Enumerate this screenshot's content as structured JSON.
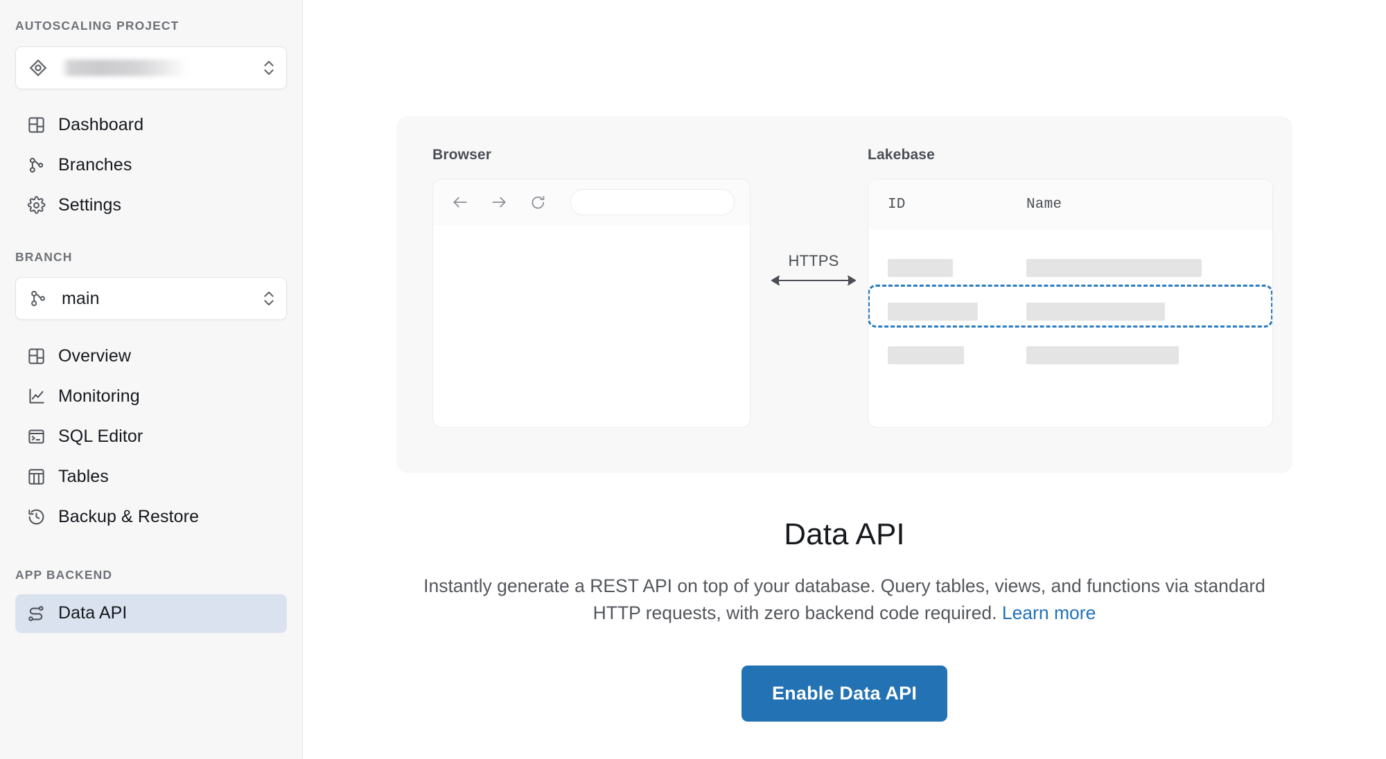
{
  "sidebar": {
    "project_section_label": "AUTOSCALING PROJECT",
    "project_selector": {
      "icon": "project-diamond-icon",
      "value": "",
      "is_blurred": true,
      "chevron": "chevron-up-down-icon"
    },
    "project_nav": [
      {
        "label": "Dashboard",
        "icon": "layout-dashboard-icon",
        "active": false
      },
      {
        "label": "Branches",
        "icon": "git-branch-icon",
        "active": false
      },
      {
        "label": "Settings",
        "icon": "gear-icon",
        "active": false
      }
    ],
    "branch_section_label": "BRANCH",
    "branch_selector": {
      "icon": "git-branch-icon",
      "value": "main",
      "chevron": "chevron-up-down-icon"
    },
    "branch_nav": [
      {
        "label": "Overview",
        "icon": "layout-dashboard-icon",
        "active": false
      },
      {
        "label": "Monitoring",
        "icon": "line-chart-icon",
        "active": false
      },
      {
        "label": "SQL Editor",
        "icon": "terminal-window-icon",
        "active": false
      },
      {
        "label": "Tables",
        "icon": "table-columns-icon",
        "active": false
      },
      {
        "label": "Backup & Restore",
        "icon": "history-clock-icon",
        "active": false
      }
    ],
    "app_backend_section_label": "APP BACKEND",
    "app_backend_nav": [
      {
        "label": "Data API",
        "icon": "route-s-icon",
        "active": true
      }
    ],
    "colors": {
      "background": "#f7f7f7",
      "border": "#e4e4e4",
      "active_item_background": "#dbe2ef",
      "section_label": "#6e7277"
    }
  },
  "illustration": {
    "browser": {
      "title": "Browser",
      "back_icon": "arrow-left-icon",
      "forward_icon": "arrow-right-icon",
      "reload_icon": "reload-icon",
      "url_value": "",
      "url_placeholder": ""
    },
    "connector": {
      "label": "HTTPS",
      "icon": "double-headed-arrow-icon"
    },
    "lakebase": {
      "title": "Lakebase",
      "columns": [
        "ID",
        "Name"
      ],
      "rows": [
        {
          "id_width": 94,
          "name_width": 253,
          "highlighted": false
        },
        {
          "id_width": 130,
          "name_width": 200,
          "highlighted": true
        },
        {
          "id_width": 110,
          "name_width": 220,
          "highlighted": false
        }
      ],
      "highlight_color": "#2a7ac0"
    }
  },
  "main": {
    "heading": "Data API",
    "description_part1": "Instantly generate a REST API on top of your database. Query tables, views, and functions via standard HTTP requests, with zero backend code required.",
    "learn_more_label": "Learn more",
    "cta_label": "Enable Data API",
    "cta_color": "#2272b4",
    "link_color": "#2272b8"
  }
}
